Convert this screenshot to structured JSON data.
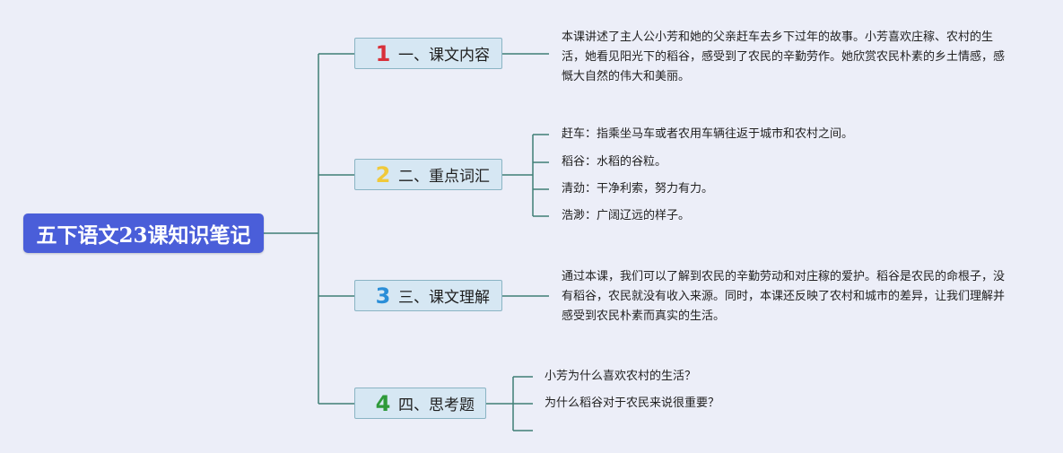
{
  "title": "五下语文23课知识笔记",
  "colors": {
    "background": "#eceef8",
    "root": "#4a5ed9",
    "branch_bg": "#d6e7f3",
    "branch_border": "#8ab4c4",
    "line": "#3f7f76"
  },
  "branches": [
    {
      "number": "1",
      "number_color": "#d8303a",
      "label": "一、课文内容",
      "content": "本课讲述了主人公小芳和她的父亲赶车去乡下过年的故事。小芳喜欢庄稼、农村的生活，她看见阳光下的稻谷，感受到了农民的辛勤劳作。她欣赏农民朴素的乡土情感，感慨大自然的伟大和美丽。"
    },
    {
      "number": "2",
      "number_color": "#f0c93a",
      "label": "二、重点词汇",
      "items": [
        "赶车：指乘坐马车或者农用车辆往返于城市和农村之间。",
        "稻谷：水稻的谷粒。",
        "清劲：干净利索，努力有力。",
        "浩渺：广阔辽远的样子。"
      ]
    },
    {
      "number": "3",
      "number_color": "#2a8ed8",
      "label": "三、课文理解",
      "content": "通过本课，我们可以了解到农民的辛勤劳动和对庄稼的爱护。稻谷是农民的命根子，没有稻谷，农民就没有收入来源。同时，本课还反映了农村和城市的差异，让我们理解并感受到农民朴素而真实的生活。"
    },
    {
      "number": "4",
      "number_color": "#2e9a3a",
      "label": "四、思考题",
      "items": [
        "小芳为什么喜欢农村的生活？",
        "为什么稻谷对于农民来说很重要？",
        ""
      ]
    }
  ]
}
